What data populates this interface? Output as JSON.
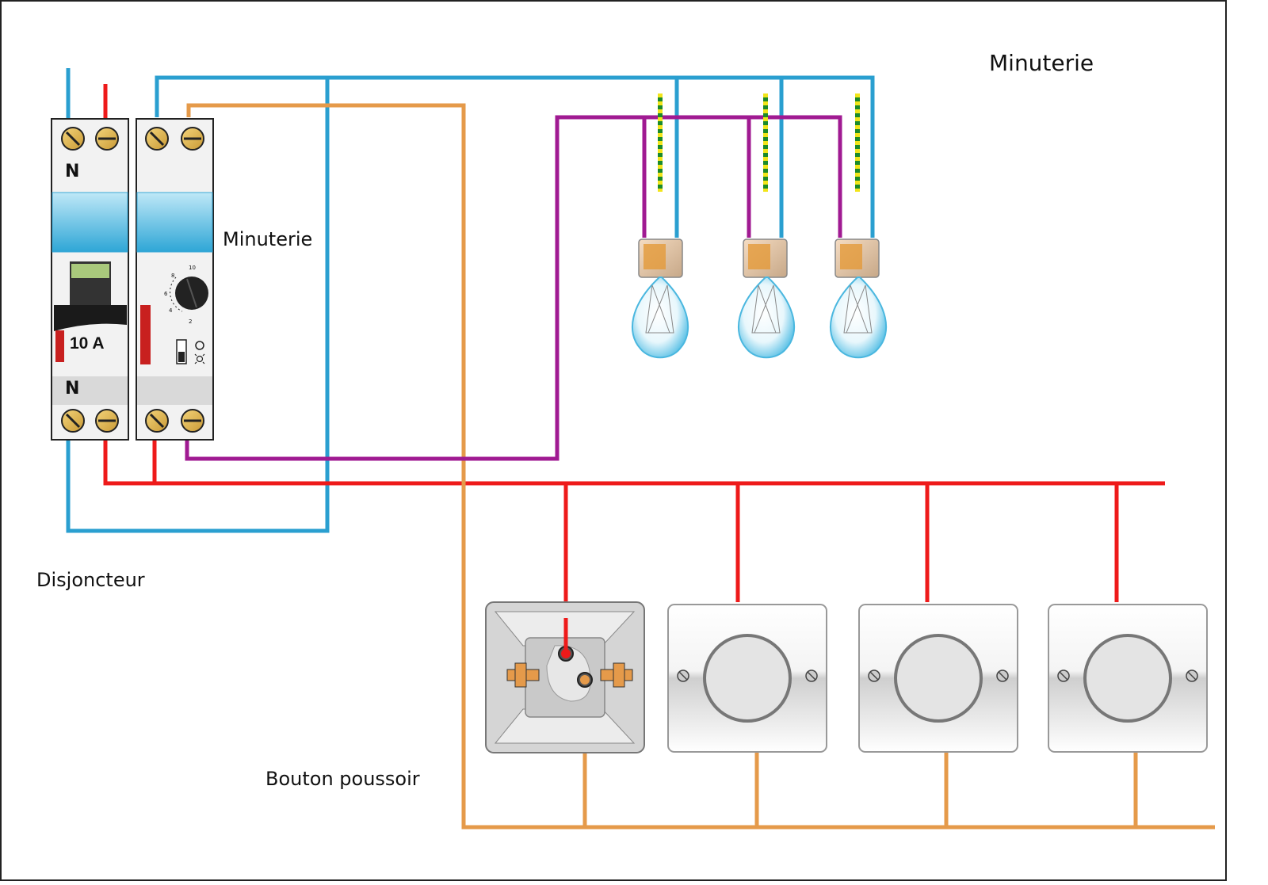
{
  "title": "Minuterie",
  "labels": {
    "timer": "Minuterie",
    "breaker": "Disjoncteur",
    "push_button": "Bouton poussoir",
    "rating": "10 A",
    "neutral_mark": "N"
  },
  "timer_dial": {
    "ticks": [
      "10",
      "8",
      "6",
      "4",
      "2"
    ]
  },
  "colors": {
    "neutral": "#2a9fd0",
    "phase": "#ee1a1a",
    "return": "#e59a4a",
    "lamp": "#a01a92",
    "earth_green": "#1b8a2a",
    "earth_yellow": "#f2e51a"
  }
}
